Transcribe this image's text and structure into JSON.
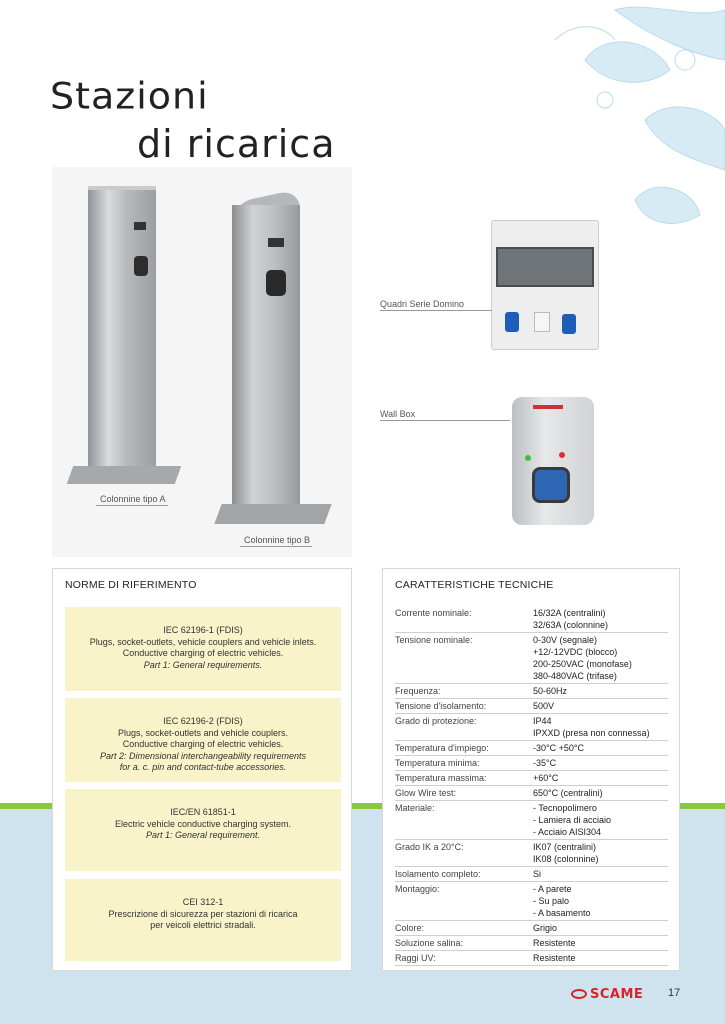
{
  "title": {
    "line1": "Stazioni",
    "line2": "di ricarica"
  },
  "captions": {
    "colonnine_a": "Colonnine tipo A",
    "colonnine_b": "Colonnine tipo B",
    "quadri": "Quadri Serie Domino",
    "wallbox": "Wall Box"
  },
  "norme": {
    "heading": "NORME DI RIFERIMENTO",
    "items": [
      {
        "code": "IEC 62196-1 (FDIS)",
        "line1": "Plugs, socket-outlets, vehicle couplers and vehicle inlets.",
        "line2": "Conductive charging of electric vehicles.",
        "italic1": "Part 1: General requirements.",
        "italic2": ""
      },
      {
        "code": "IEC 62196-2 (FDIS)",
        "line1": "Plugs, socket-outlets and vehicle couplers.",
        "line2": "Conductive charging of electric vehicles.",
        "italic1": "Part 2: Dimensional interchangeability requirements",
        "italic2": "for a. c. pin and contact-tube accessories."
      },
      {
        "code": "IEC/EN 61851-1",
        "line1": "Electric vehicle conductive charging system.",
        "line2": "",
        "italic1": "Part 1: General requirement.",
        "italic2": ""
      },
      {
        "code": "CEI 312-1",
        "line1": "Prescrizione di sicurezza per stazioni di ricarica",
        "line2": "per veicoli elettrici stradali.",
        "italic1": "",
        "italic2": ""
      }
    ]
  },
  "caratteristiche": {
    "heading": "CARATTERISTICHE TECNICHE",
    "rows": [
      {
        "label": "Corrente nominale:",
        "values": [
          "16/32A (centralini)",
          "32/63A (colonnine)"
        ]
      },
      {
        "label": "Tensione nominale:",
        "values": [
          "0-30V (segnale)",
          "+12/-12VDC (blocco)",
          "200-250VAC (monofase)",
          "380-480VAC (trifase)"
        ]
      },
      {
        "label": "Frequenza:",
        "values": [
          "50-60Hz"
        ]
      },
      {
        "label": "Tensione d'isolamento:",
        "values": [
          "500V"
        ]
      },
      {
        "label": "Grado di protezione:",
        "values": [
          "IP44",
          "IPXXD (presa non connessa)"
        ]
      },
      {
        "label": "Temperatura d'impiego:",
        "values": [
          "-30°C +50°C"
        ]
      },
      {
        "label": "Temperatura minima:",
        "values": [
          "-35°C"
        ]
      },
      {
        "label": "Temperatura massima:",
        "values": [
          "+60°C"
        ]
      },
      {
        "label": "Glow Wire test:",
        "values": [
          "650°C (centralini)"
        ]
      },
      {
        "label": "Materiale:",
        "values": [
          "- Tecnopolimero",
          "- Lamiera di acciaio",
          "- Acciaio AISI304"
        ]
      },
      {
        "label": "Grado IK a 20°C:",
        "values": [
          "IK07 (centralini)",
          "IK08 (colonnine)"
        ]
      },
      {
        "label": "Isolamento completo:",
        "values": [
          "Si"
        ]
      },
      {
        "label": "Montaggio:",
        "values": [
          "- A parete",
          "- Su palo",
          "- A basamento"
        ]
      },
      {
        "label": "Colore:",
        "values": [
          "Grigio"
        ]
      },
      {
        "label": "Soluzione salina:",
        "values": [
          "Resistente"
        ]
      },
      {
        "label": "Raggi UV:",
        "values": [
          "Resistente"
        ]
      }
    ]
  },
  "footer": {
    "brand": "SCAME",
    "page": "17"
  },
  "colors": {
    "accent_green": "#8dc63f",
    "band_blue": "#cfe3ee",
    "norm_bg": "#f8f3c8",
    "brand_red": "#d8232a"
  }
}
